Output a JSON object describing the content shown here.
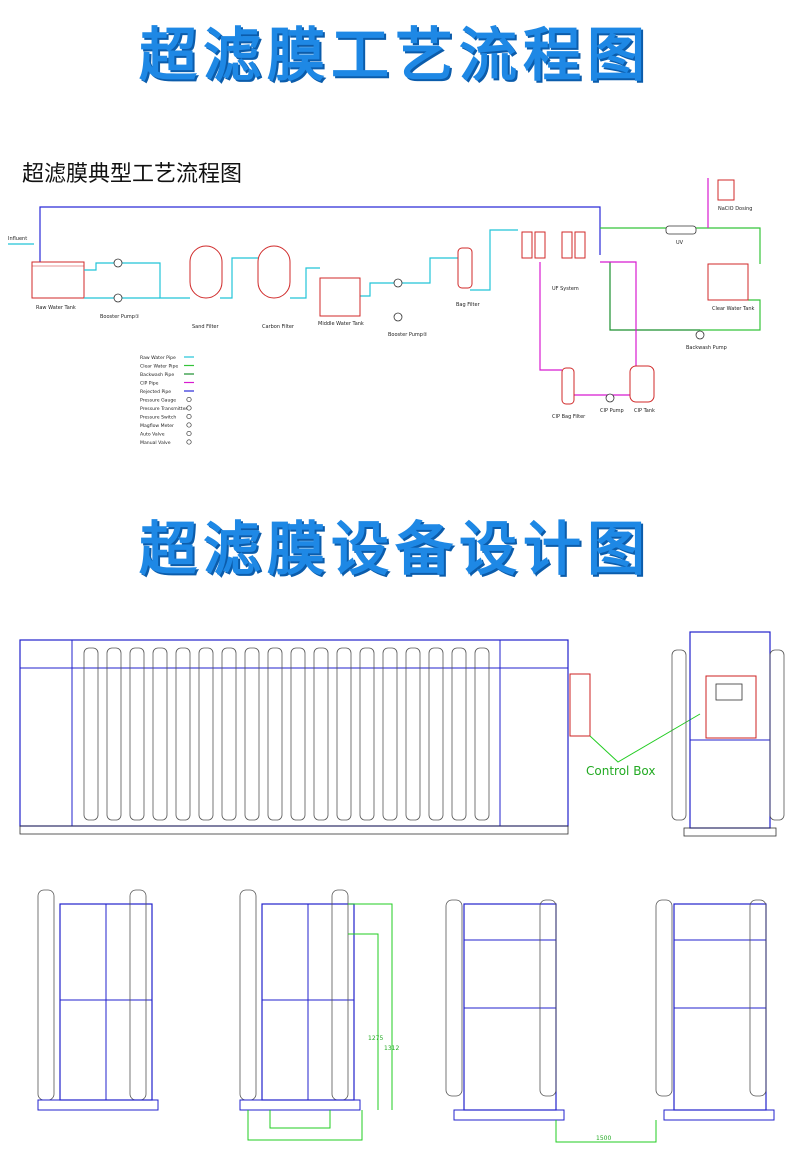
{
  "heading_process": "超滤膜工艺流程图",
  "process_subtitle": "超滤膜典型工艺流程图",
  "heading_design": "超滤膜设备设计图",
  "process_labels": {
    "influent": "Influent",
    "raw_water_tank": "Raw Water Tank",
    "booster_pump_1": "Booster Pump①",
    "sand_filter": "Sand Filter",
    "carbon_filter": "Carbon Filter",
    "middle_water_tank": "Middle Water Tank",
    "booster_pump_2": "Booster Pump②",
    "bag_filter": "Bag Filter",
    "uf_system": "UF System",
    "naclo_dosing": "NaClO Dosing",
    "uv": "UV",
    "clear_water_tank": "Clear Water Tank",
    "backwash_pump": "Backwash Pump",
    "cip_bag_filter": "CIP Bag Filter",
    "cip_pump": "CIP Pump",
    "cip_tank": "CIP Tank"
  },
  "legend": [
    {
      "label": "Raw Water Pipe",
      "color": "#22c4d8"
    },
    {
      "label": "Clear Water Pipe",
      "color": "#35c43a"
    },
    {
      "label": "Backwash Pipe",
      "color": "#1a8f2e"
    },
    {
      "label": "CIP Pipe",
      "color": "#d81bd0"
    },
    {
      "label": "Rejected Pipe",
      "color": "#2a2ad8"
    },
    {
      "label": "Pressure Gauge",
      "color": "#333333"
    },
    {
      "label": "Pressure Transmitter",
      "color": "#333333"
    },
    {
      "label": "Pressure Switch",
      "color": "#333333"
    },
    {
      "label": "Magflow Meter",
      "color": "#333333"
    },
    {
      "label": "Auto Valve",
      "color": "#333333"
    },
    {
      "label": "Manual Valve",
      "color": "#333333"
    }
  ],
  "design_labels": {
    "control_box": "Control Box",
    "dim_height_a": "1275",
    "dim_height_b": "1312",
    "dim_width": "1500"
  },
  "colors": {
    "heading": "#1e88e5",
    "equipment_frame": "#2222cc",
    "dimension": "#22cc22",
    "control_box": "#cc2222"
  }
}
